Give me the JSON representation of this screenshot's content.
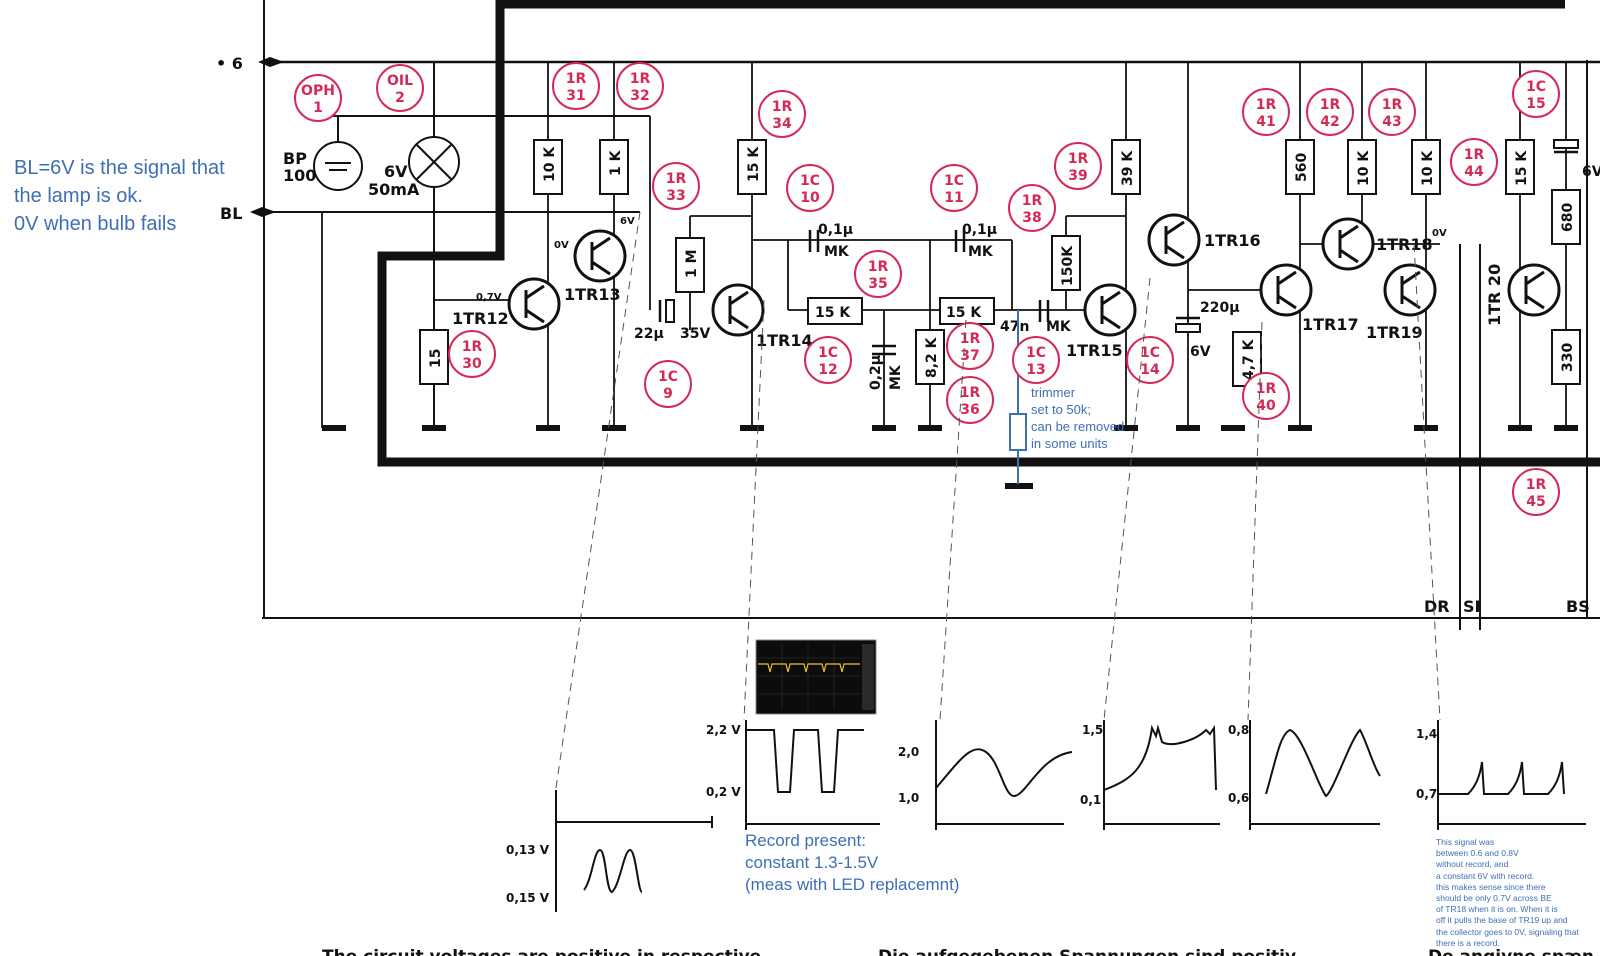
{
  "notes": {
    "bl_signal": [
      "BL=6V  is the signal that",
      " the lamp is ok.",
      "0V when bulb fails"
    ],
    "trimmer": [
      "trimmer",
      "set to 50k;",
      "can be removed",
      "in some units"
    ],
    "record": [
      "Record present:",
      "constant 1.3-1.5V",
      "(meas with LED replacemnt)"
    ],
    "signal": [
      "This signal was",
      "between 0.6 and 0.8V",
      "without record, and",
      "a constant 6V with record.",
      "this makes sense since there",
      "should be only 0.7V across BE",
      "of TR18 when it is on. When it is",
      "off it pulls the base of TR19 up and",
      "the collector goes to 0V, signaling that",
      "there is a record."
    ]
  },
  "rails": {
    "plus6": "• 6",
    "bl": "BL",
    "dr": "DR",
    "si": "SI",
    "bs": "BS"
  },
  "components": {
    "bp": [
      "BP",
      "100"
    ],
    "lamp": [
      "6V",
      "50mA"
    ],
    "r31": "10 K",
    "r32": "1 K",
    "r34": "15 K",
    "r33": "1 M",
    "r30": "15",
    "r35": "15 K",
    "r37": "15 K",
    "r36": "8,2 K",
    "r38": "150K",
    "r39": "39 K",
    "r41": "560",
    "r42": "10 K",
    "r43": "10 K",
    "r44": "15 K",
    "r40": "4,7 K",
    "r_680": "680",
    "r_330": "330",
    "c10": [
      "0,1µ",
      "MK"
    ],
    "c11": [
      "0,1µ",
      "MK"
    ],
    "c12": [
      "0,2µ",
      "MK"
    ],
    "c13": [
      "47n",
      "MK"
    ],
    "c9": [
      "22µ",
      "35V"
    ],
    "c14": [
      "220µ",
      "6V"
    ],
    "c15_val": "6V"
  },
  "transistors": {
    "tr12": "1TR12",
    "tr13": "1TR13",
    "tr14": "1TR14",
    "tr15": "1TR15",
    "tr16": "1TR16",
    "tr17": "1TR17",
    "tr18": "1TR18",
    "tr19": "1TR19",
    "tr20": "1TR 20"
  },
  "voltage_marks": {
    "v07": "0,7V",
    "v0": "0V",
    "v6": "6V",
    "v0b": "0V"
  },
  "callouts": [
    [
      "OPH",
      "1"
    ],
    [
      "OIL",
      "2"
    ],
    [
      "1R",
      "31"
    ],
    [
      "1R",
      "32"
    ],
    [
      "1R",
      "34"
    ],
    [
      "1R",
      "33"
    ],
    [
      "1C",
      "10"
    ],
    [
      "1C",
      "11"
    ],
    [
      "1R",
      "35"
    ],
    [
      "1C",
      "12"
    ],
    [
      "1R",
      "37"
    ],
    [
      "1R",
      "36"
    ],
    [
      "1C",
      "13"
    ],
    [
      "1R",
      "38"
    ],
    [
      "1R",
      "39"
    ],
    [
      "1R",
      "41"
    ],
    [
      "1R",
      "42"
    ],
    [
      "1R",
      "43"
    ],
    [
      "1R",
      "44"
    ],
    [
      "1C",
      "15"
    ],
    [
      "1C",
      "14"
    ],
    [
      "1R",
      "40"
    ],
    [
      "1R",
      "45"
    ],
    [
      "1R",
      "30"
    ],
    [
      "1C",
      "9"
    ]
  ],
  "waveforms": {
    "w1": [
      "0,13 V",
      "0,15 V"
    ],
    "w2": [
      "2,2 V",
      "0,2 V"
    ],
    "w3": [
      "2,0",
      "1,0"
    ],
    "w4": [
      "1,5",
      "0,1"
    ],
    "w5": [
      "0,8",
      "0,6"
    ],
    "w6": [
      "1,4",
      "0,7"
    ]
  },
  "footer": [
    "The circuit voltages are positive in respective",
    "Die aufgegebenen Spannungen sind positiv",
    "De angivne spæn"
  ]
}
